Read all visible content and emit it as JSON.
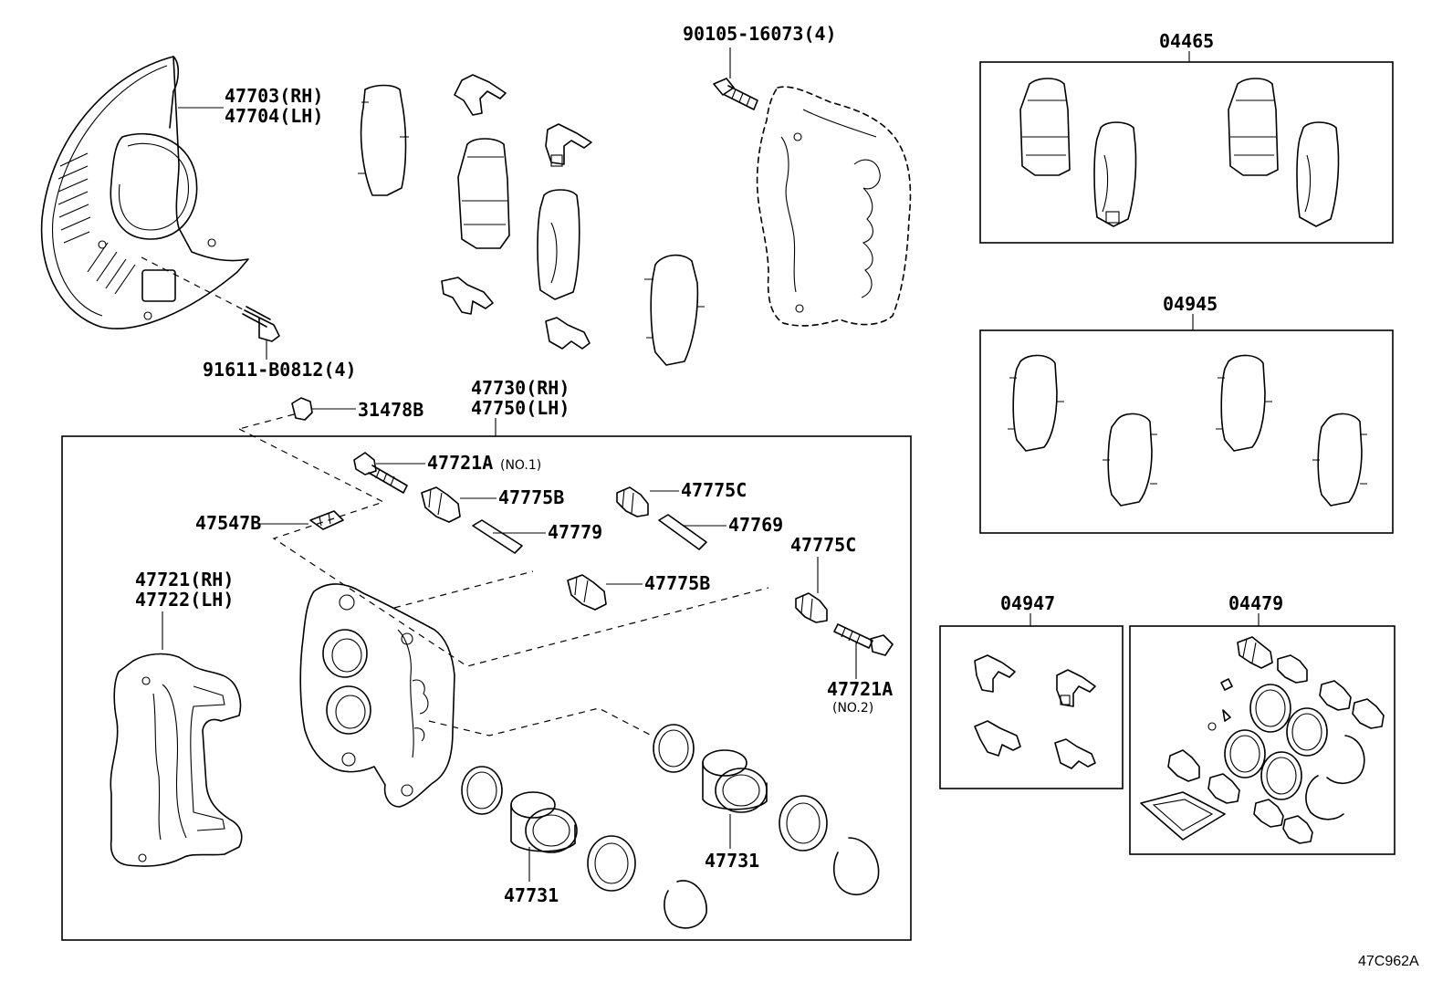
{
  "labels": {
    "shield_rh": "47703(RH)",
    "shield_lh": "47704(LH)",
    "shield_bolt": "91611-B0812(4)",
    "caliper_bolt": "90105-16073(4)",
    "kit_04465": "04465",
    "kit_04945": "04945",
    "kit_04947": "04947",
    "kit_04479": "04479",
    "caliper_rh": "47730(RH)",
    "caliper_lh": "47750(LH)",
    "bleeder_cap": "31478B",
    "bleeder_plug": "47547B",
    "slide_pin_no1": "47721A",
    "slide_pin_no1_note": "(NO.1)",
    "boot_b_upper": "47775B",
    "pin_47779": "47779",
    "boot_b_lower": "47775B",
    "boot_c_upper": "47775C",
    "pin_47769": "47769",
    "boot_c_lower": "47775C",
    "slide_pin_no2": "47721A",
    "slide_pin_no2_note": "(NO.2)",
    "mounting_rh": "47721(RH)",
    "mounting_lh": "47722(LH)",
    "piston_upper": "47731",
    "piston_lower": "47731",
    "diagram_ref": "47C962A"
  },
  "icons": [
    "dust-shield",
    "bolt",
    "brake-pad",
    "pad-clip",
    "caliper",
    "piston",
    "piston-seal",
    "boot",
    "retaining-ring",
    "slide-pin",
    "mounting-bracket",
    "grease-packet"
  ]
}
